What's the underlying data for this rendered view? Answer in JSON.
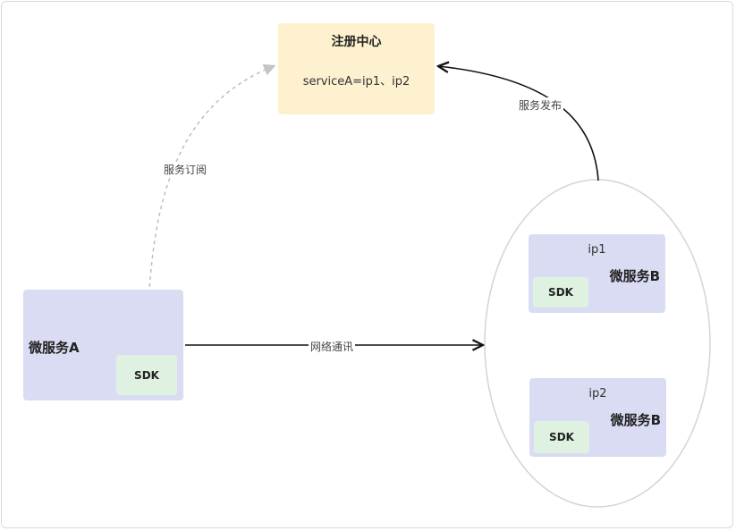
{
  "registry": {
    "title": "注册中心",
    "value": "serviceA=ip1、ip2"
  },
  "service_a": {
    "name": "微服务A",
    "sdk": "SDK"
  },
  "service_b_instances": [
    {
      "ip": "ip1",
      "name": "微服务B",
      "sdk": "SDK"
    },
    {
      "ip": "ip2",
      "name": "微服务B",
      "sdk": "SDK"
    }
  ],
  "edges": {
    "subscribe": "服务订阅",
    "publish": "服务发布",
    "network": "网络通讯"
  },
  "colors": {
    "registry": "#fdf1cf",
    "service": "#d9dcf3",
    "sdk": "#dff2e1",
    "cluster_border": "#d4d4d4",
    "subscribe_line": "#bdbdbd",
    "solid_line": "#111111"
  }
}
